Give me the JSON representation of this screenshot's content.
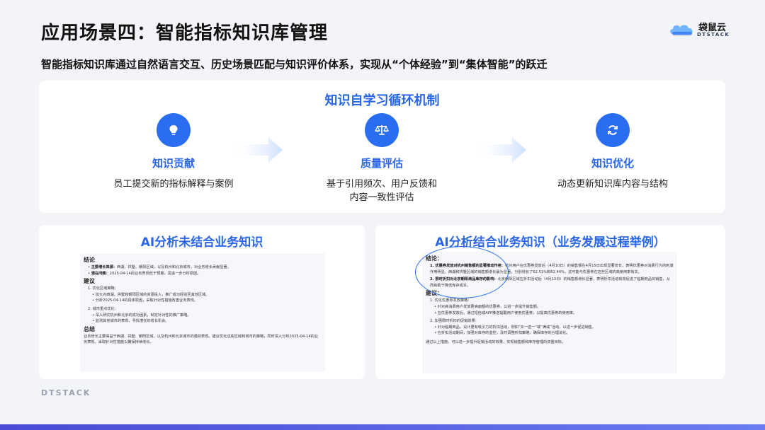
{
  "title": "应用场景四：智能指标知识库管理",
  "logo": {
    "text": "袋鼠云",
    "sub": "DTSTACK"
  },
  "subtitle": "智能指标知识库通过自然语言交互、历史场景匹配与知识评价体系，实现从“个体经验”到“集体智能”的跃迁",
  "loop": {
    "title": "知识自学习循环机制",
    "steps": [
      {
        "icon": "lightbulb-icon",
        "title": "知识贡献",
        "desc": "员工提交新的指标解释与案例"
      },
      {
        "icon": "scale-icon",
        "title": "质量评估",
        "desc": "基于引用频次、用户反馈和\n内容一致性评估"
      },
      {
        "icon": "refresh-icon",
        "title": "知识优化",
        "desc": "动态更新知识库内容与结构"
      }
    ]
  },
  "left_card": {
    "title": "AI分析未结合业务知识",
    "doc": {
      "h1": "结论",
      "c1_label": "主要增长来源：",
      "c1_text": "西湖、拱墅、朝阳区域，以及杭州和北京城市，对业务增长贡献显著。",
      "c2_label": "潜在问题：",
      "c2_text": "2025-04-14的业务表现低于预期，需进一步分析原因。",
      "h2": "建议",
      "s1": "1. 优化区域策略：",
      "s1a": "加大对西湖、拱墅和朝阳区域的资源投入，推广成功经验至其他区域。",
      "s1b": "分析2025-04-14的具体原因，采取针对性措施改善业务表现。",
      "s2": "2. 城市重点优化：",
      "s2a": "深入研究杭州和北京的成功因素，制定针对性的推广策略。",
      "s2b": "监测其他城市的表现，寻找潜在的增长机会。",
      "h3": "总结",
      "summary": "业务增长主要得益于西湖、拱墅、朝阳区域，以及杭州和北京城市的强劲表现。建议优化这些区域和城市的策略，同时深入分析2025-04-14的业务表现，采取针对性措施以确保持续增长。"
    }
  },
  "right_card": {
    "title": "AI分析结合业务知识（业务发展过程举例）",
    "doc": {
      "h1": "结论：",
      "c1_label": "1. 优惠券发放对杭州销售额的显著推动作用：",
      "c1_text": "杭州用户在优惠券发放后（4月10日）的销售额在4月15日出现显著增长，表明优惠券对消费行为的刺激作用明显。西湖和拱墅区域的销售额增长最为显著，分别增长了62.51%和62.44%，这可能与优惠券在这些区域的高使用率有关。",
      "c2_label": "2. 限时折扣对北京朝阳商品库存的影响：",
      "c2_text": "北京朝阳区域在折扣活动后（4月13日）的销售额增长显著，表明折扣活动有效促进了临期商品的销售，从而有助于降低库存成本。",
      "h2": "建议：",
      "s1": "1. 优化优惠券发放策略：",
      "s1a": "针对高消费用户发放更高面额的优惠券，以进一步提升销售额。",
      "s1b": "在优惠券发放后，通过短信或APP推送提醒用户使用优惠券，以提高优惠券的使用率。",
      "s2": "2. 加强限时折扣的促销效果：",
      "s2a": "针对临期商品，设计更有吸引力的折扣活动，例如“买一送一”或“满减”活动，以进一步促进销售。",
      "s2b": "在折扣活动期间，加强对库存的监控，及时调整折扣策略，确保库存的合理消化。",
      "summary": "通过以上措施，可以进一步提升促销活动的效果，实现销售额和库存管理的双重目标。"
    }
  },
  "footer": {
    "logo": "DTSTACK"
  },
  "colors": {
    "accent": "#2b6df0",
    "title_blue": "#2a66e8",
    "bar": "#4a4ad6"
  }
}
